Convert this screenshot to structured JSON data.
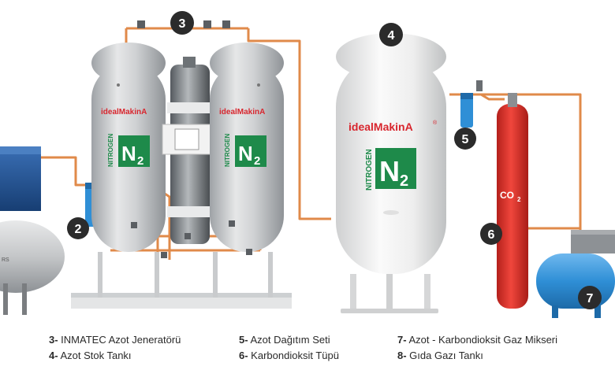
{
  "badges": {
    "b2": "2",
    "b3": "3",
    "b4": "4",
    "b5": "5",
    "b6": "6",
    "b7": "7"
  },
  "brand": {
    "logo_text": "idealMakinA",
    "registered": "®",
    "gas_label": "NITROGEN",
    "n2_text": "N",
    "n2_sub": "2",
    "co2_text": "CO",
    "co2_sub": "2",
    "compressor_partial_text": "RS"
  },
  "legend": {
    "col1": [
      {
        "num": "3-",
        "text": " INMATEC Azot Jeneratörü"
      },
      {
        "num": "4-",
        "text": " Azot Stok Tankı"
      }
    ],
    "col2": [
      {
        "num": "5-",
        "text": " Azot Dağıtım Seti"
      },
      {
        "num": "6-",
        "text": " Karbondioksit Tüpü"
      }
    ],
    "col3": [
      {
        "num": "7-",
        "text": " Azot - Karbondioksit Gaz Mikseri"
      },
      {
        "num": "8-",
        "text": " Gıda Gazı Tankı"
      }
    ]
  },
  "colors": {
    "pipe": "#e08a4a",
    "steel": "#c9cbcd",
    "steel_dark": "#9ea2a6",
    "green": "#1e8a4a",
    "red_logo": "#d8262e",
    "co2_red": "#e2342c",
    "blue_tank": "#2f8fd6",
    "compressor_blue": "#1f4f8f",
    "badge": "#2b2b2b"
  }
}
